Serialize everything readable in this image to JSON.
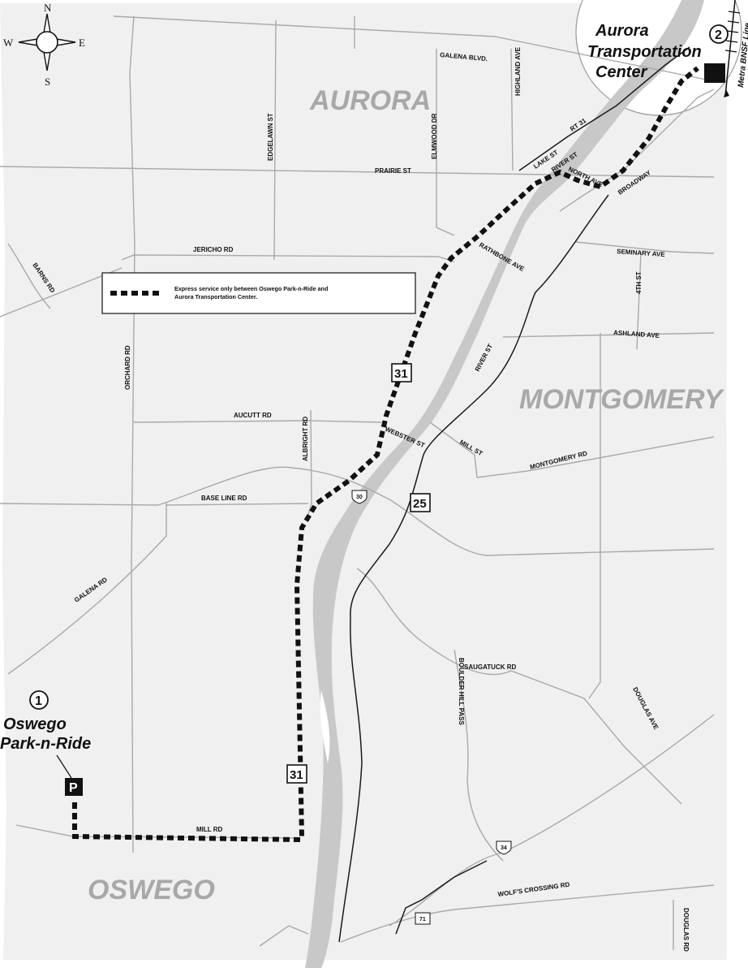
{
  "compass": {
    "n": "N",
    "s": "S",
    "e": "E",
    "w": "W"
  },
  "cities": {
    "aurora": "AURORA",
    "montgomery": "MONTGOMERY",
    "oswego": "OSWEGO"
  },
  "stops": {
    "one": {
      "number": "1",
      "line1": "Oswego",
      "line2": "Park-n-Ride",
      "symbol": "P"
    },
    "two": {
      "number": "2",
      "line1": "Aurora",
      "line2": "Transportation",
      "line3": "Center"
    }
  },
  "rail_label": "Metra BNSF Line",
  "legend": {
    "line1": "Express service only between Oswego Park-n-Ride and",
    "line2": "Aurora Transportation Center."
  },
  "shields": {
    "route31": "31",
    "route25": "25",
    "us30": "30",
    "us34": "34",
    "route71": "71"
  },
  "streets": {
    "galena_blvd": "GALENA BLVD.",
    "highland_ave": "HIGHLAND AVE",
    "elmwood_dr": "ELMWOOD DR",
    "edgelawn_st": "EDGELAWN ST",
    "prairie_st": "PRAIRIE ST",
    "lake_st": "LAKE ST",
    "rt_31": "RT 31",
    "river_st_north": "RIVER ST",
    "north_ave": "NORTH AVE",
    "broadway": "BROADWAY",
    "jericho_rd": "JERICHO RD",
    "barns_rd": "BARNS RD",
    "rathbone_ave": "RATHBONE AVE",
    "seminary_ave": "SEMINARY AVE",
    "fourth_st": "4TH ST",
    "ashland_ave": "ASHLAND AVE",
    "river_st_south": "RIVER ST",
    "orchard_rd": "ORCHARD RD",
    "aucutt_rd": "AUCUTT RD",
    "albright_rd": "ALBRIGHT RD",
    "webster_st": "WEBSTER ST",
    "mill_st": "MILL ST",
    "montgomery_rd": "MONTGOMERY RD",
    "base_line_rd": "BASE LINE RD",
    "galena_rd": "GALENA RD",
    "saugatuck_rd": "SAUGATUCK RD",
    "boulder_hill_pass": "BOULDER HILL PASS",
    "douglas_ave": "DOUGLAS AVE",
    "mill_rd": "MILL RD",
    "wolfs_crossing_rd": "WOLF'S CROSSING RD",
    "douglas_rd": "DOUGLAS RD"
  }
}
